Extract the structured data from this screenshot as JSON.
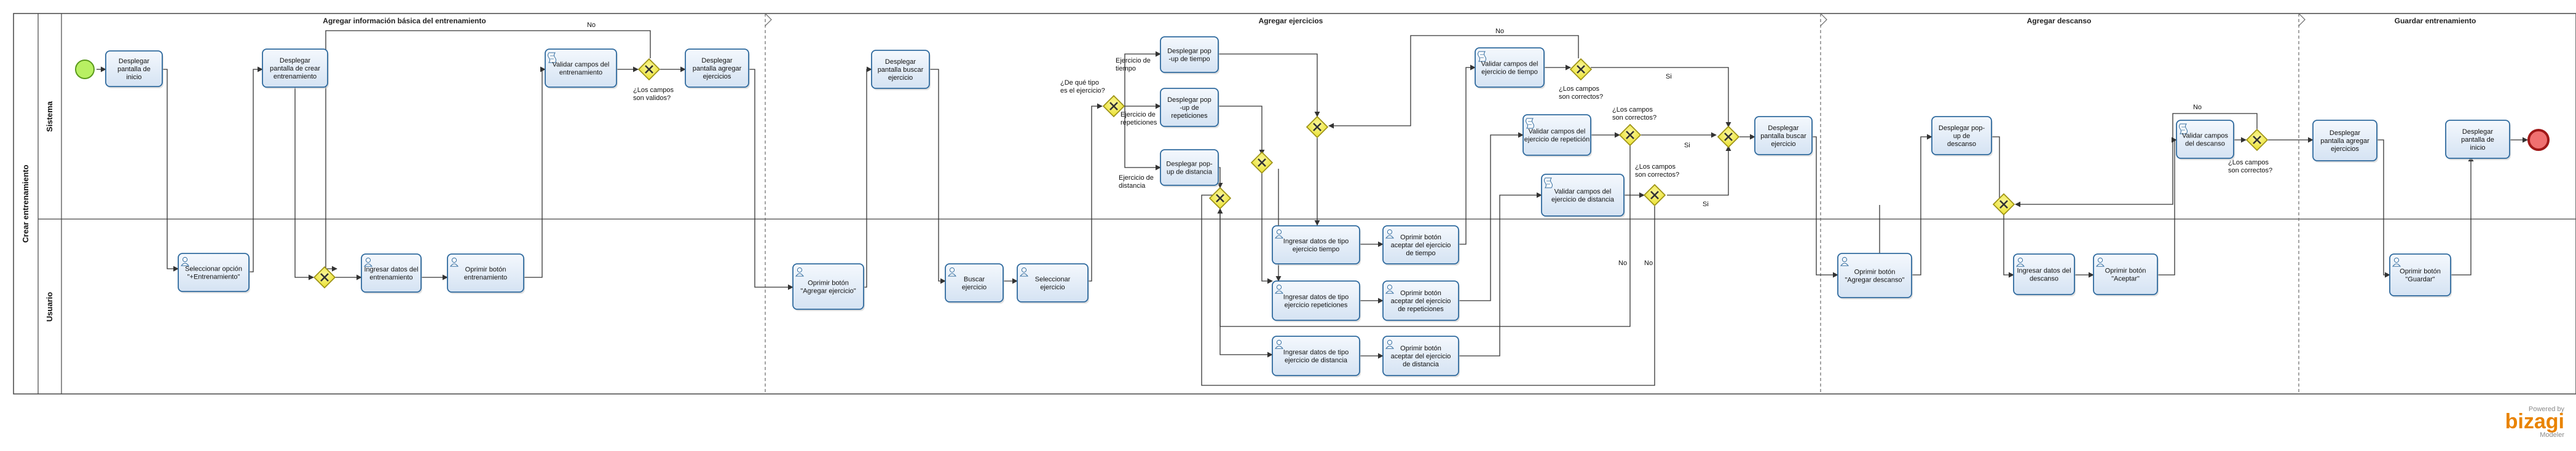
{
  "pool": {
    "label": "Crear entrenamiento"
  },
  "lanes": {
    "sistema": "Sistema",
    "usuario": "Usuario"
  },
  "phases": [
    {
      "id": "p1",
      "label": "Agregar información básica del entrenamiento"
    },
    {
      "id": "p2",
      "label": "Agregar ejercicios"
    },
    {
      "id": "p3",
      "label": "Agregar descanso"
    },
    {
      "id": "p4",
      "label": "Guardar entrenamiento"
    }
  ],
  "tasks": [
    {
      "id": "t1",
      "lines": [
        "Desplegar",
        "pantalla de",
        "inicio"
      ]
    },
    {
      "id": "t2",
      "lines": [
        "Seleccionar opción",
        "\"+Entrenamiento\""
      ]
    },
    {
      "id": "t3",
      "lines": [
        "Desplegar",
        "pantalla de crear",
        "entrenamiento"
      ]
    },
    {
      "id": "t4",
      "lines": [
        "Ingresar datos del",
        "entrenamiento"
      ]
    },
    {
      "id": "t5",
      "lines": [
        "Oprimir botón",
        "entrenamiento"
      ]
    },
    {
      "id": "t6",
      "lines": [
        "Validar campos del",
        "entrenamiento"
      ]
    },
    {
      "id": "t7",
      "lines": [
        "Desplegar",
        "pantalla agregar",
        "ejercicios"
      ]
    },
    {
      "id": "t8",
      "lines": [
        "Oprimir botón",
        "\"Agregar ejercicio\""
      ]
    },
    {
      "id": "t9",
      "lines": [
        "Desplegar",
        "pantalla buscar",
        "ejercicio"
      ]
    },
    {
      "id": "t10",
      "lines": [
        "Buscar",
        "ejercicio"
      ]
    },
    {
      "id": "t11",
      "lines": [
        "Seleccionar",
        "ejercicio"
      ]
    },
    {
      "id": "t12",
      "lines": [
        "Desplegar pop",
        "-up de tiempo"
      ]
    },
    {
      "id": "t13",
      "lines": [
        "Desplegar pop",
        "-up de",
        "repeticiones"
      ]
    },
    {
      "id": "t14",
      "lines": [
        "Desplegar pop-",
        "up de distancia"
      ]
    },
    {
      "id": "t15",
      "lines": [
        "Ingresar  datos de tipo",
        "ejercicio tiempo"
      ]
    },
    {
      "id": "t16",
      "lines": [
        "Oprimir  botón",
        "aceptar del ejercicio",
        "de tiempo"
      ]
    },
    {
      "id": "t17",
      "lines": [
        "Ingresar datos de tipo",
        "ejercicio repeticiones"
      ]
    },
    {
      "id": "t18",
      "lines": [
        "Oprimir botón",
        "aceptar del ejercicio",
        "de repeticiones"
      ]
    },
    {
      "id": "t19",
      "lines": [
        "Ingresar datos de tipo",
        "ejercicio de distancia"
      ]
    },
    {
      "id": "t20",
      "lines": [
        "Oprimir botón",
        "aceptar del ejercicio",
        "de distancia"
      ]
    },
    {
      "id": "t21",
      "lines": [
        "Validar campos del",
        "ejercicio de tiempo"
      ]
    },
    {
      "id": "t22",
      "lines": [
        "Validar campos del",
        "ejercicio de repetición"
      ]
    },
    {
      "id": "t23",
      "lines": [
        "Validar campos del",
        "ejercicio  de distancia"
      ]
    },
    {
      "id": "t24",
      "lines": [
        "Desplegar",
        "pantalla buscar",
        "ejercicio"
      ]
    },
    {
      "id": "t25",
      "lines": [
        "Oprimir botón",
        "\"Agregar descanso\""
      ]
    },
    {
      "id": "t26",
      "lines": [
        "Desplegar pop-",
        "up de",
        "descanso"
      ]
    },
    {
      "id": "t27",
      "lines": [
        "Ingresar datos del",
        "descanso"
      ]
    },
    {
      "id": "t28",
      "lines": [
        "Oprimir botón",
        "\"Aceptar\""
      ]
    },
    {
      "id": "t29",
      "lines": [
        "Validar campos",
        "del descanso"
      ]
    },
    {
      "id": "t30",
      "lines": [
        "Desplegar",
        "pantalla agregar",
        "ejercicios"
      ]
    },
    {
      "id": "t31",
      "lines": [
        "Oprimir botón",
        "\"Guardar\""
      ]
    },
    {
      "id": "t32",
      "lines": [
        "Desplegar",
        "pantalla de",
        "inicio"
      ]
    }
  ],
  "notes": [
    {
      "id": "n1",
      "lines": [
        "No"
      ]
    },
    {
      "id": "n2",
      "lines": [
        "¿Los campos",
        "son validos?"
      ]
    },
    {
      "id": "n3",
      "lines": [
        "¿De qué tipo",
        "es el ejercicio?"
      ]
    },
    {
      "id": "n4",
      "lines": [
        "Ejercicio de",
        "tiempo"
      ]
    },
    {
      "id": "n5",
      "lines": [
        "Ejercicio de",
        "repeticiones"
      ]
    },
    {
      "id": "n6",
      "lines": [
        "Ejercicio de",
        "distancia"
      ]
    },
    {
      "id": "n7",
      "lines": [
        "No"
      ]
    },
    {
      "id": "n8",
      "lines": [
        "¿Los campos",
        "son correctos?"
      ]
    },
    {
      "id": "n9",
      "lines": [
        "Si"
      ]
    },
    {
      "id": "n10",
      "lines": [
        "¿Los campos",
        "son correctos?"
      ]
    },
    {
      "id": "n11",
      "lines": [
        "Si"
      ]
    },
    {
      "id": "n12",
      "lines": [
        "¿Los campos",
        "son correctos?"
      ]
    },
    {
      "id": "n13",
      "lines": [
        "Si"
      ]
    },
    {
      "id": "n14",
      "lines": [
        "No"
      ]
    },
    {
      "id": "n15",
      "lines": [
        "No"
      ]
    },
    {
      "id": "n16",
      "lines": [
        "No"
      ]
    },
    {
      "id": "n17",
      "lines": [
        "¿Los campos",
        "son correctos?"
      ]
    }
  ],
  "watermark": {
    "caption": "Powered by",
    "brand": "bizagi",
    "sub": "Modeler"
  },
  "colors": {
    "task_fill": "#e6eef8",
    "task_stroke": "#2f6a9e",
    "gateway_fill": "#f2ec4a",
    "gateway_stroke": "#9a8f14",
    "start_fill": "#b8f063",
    "start_stroke": "#5a9a1c",
    "end_fill": "#f07070",
    "end_stroke": "#a01818",
    "flow": "#333333",
    "pool_stroke": "#444444",
    "brand": "#e98300"
  }
}
